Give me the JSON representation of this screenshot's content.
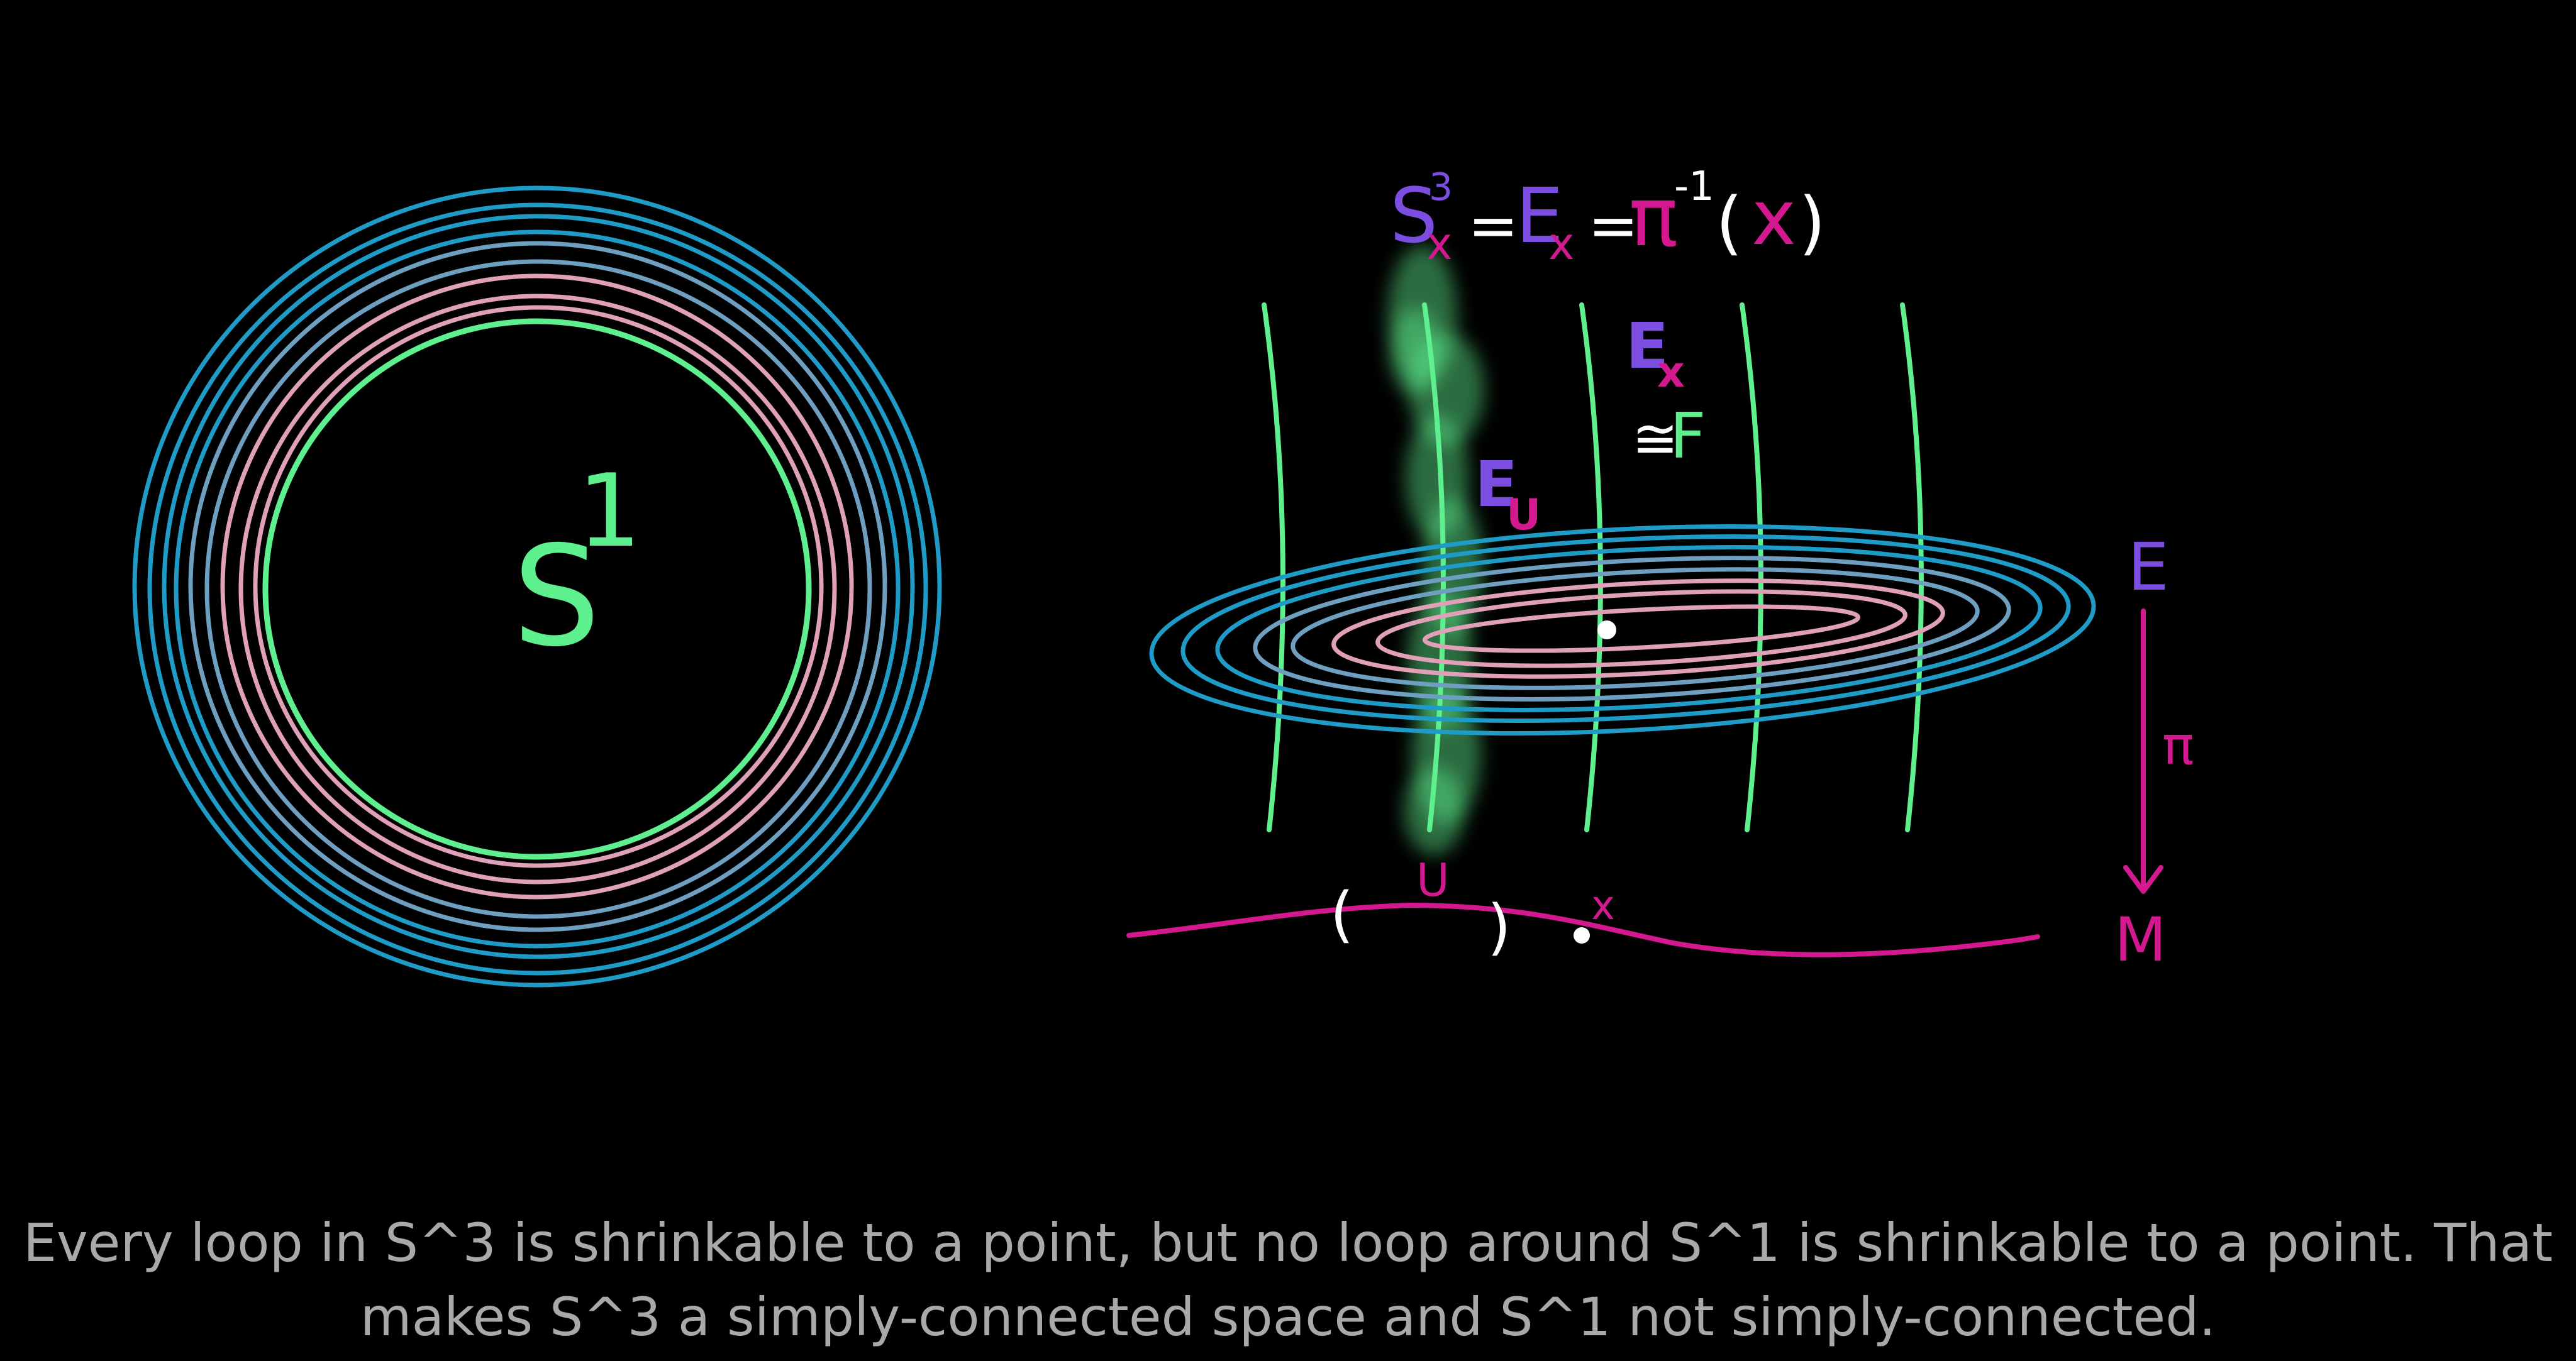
{
  "colors": {
    "background": "#000000",
    "green": "#5ef08e",
    "teal": "#1f9bc7",
    "steel": "#6e9ec0",
    "pink": "#e0a0b8",
    "purple": "#7b4de0",
    "magenta": "#d4188f",
    "white": "#ffffff",
    "caption": "#a9a9a9"
  },
  "circle_diagram": {
    "label_base": "S",
    "label_sup": "1"
  },
  "bundle_diagram": {
    "formula": {
      "s": "S",
      "s_sup": "3",
      "s_sub": "x",
      "eq1": "=",
      "e": "E",
      "e_sub": "x",
      "eq2": "=",
      "pi": "π",
      "pi_sup": "-1",
      "lparen": "(",
      "x": "x",
      "rparen": ")"
    },
    "fiber_label": {
      "e": "E",
      "sub": "x"
    },
    "iso_label": {
      "sym": "≅",
      "f": "F"
    },
    "local_label": {
      "e": "E",
      "sub": "U"
    },
    "total_space": "E",
    "projection": "π",
    "base_space": "M",
    "open_set": "U",
    "open_left": "(",
    "open_right": ")",
    "point": "x"
  },
  "caption": {
    "line1": "Every loop in S^3 is shrinkable to a point, but no loop around S^1 is shrinkable to a point. That",
    "line2": "makes S^3 a simply-connected space and S^1 not simply-connected."
  }
}
